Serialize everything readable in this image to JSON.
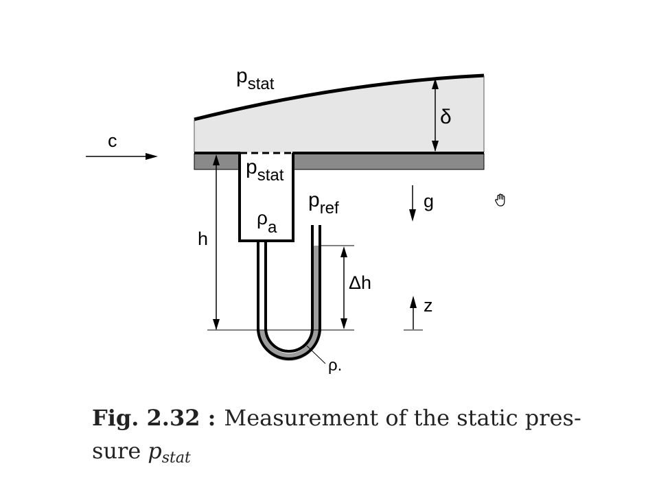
{
  "figure": {
    "labels": {
      "p_stat_top": {
        "main": "p",
        "sub": "stat"
      },
      "p_stat_tap": {
        "main": "p",
        "sub": "stat"
      },
      "p_ref": {
        "main": "p",
        "sub": "ref"
      },
      "rho_a": {
        "main": "ρ",
        "sub": "a"
      },
      "rho_fluid": "ρ.",
      "delta": "δ",
      "c": "c",
      "g": "g",
      "h": "h",
      "delta_h": "Δh",
      "z": "z"
    },
    "colors": {
      "boundary_layer_fill": "#e6e6e6",
      "wall_fill": "#8a8a8a",
      "manometer_fluid": "#9e9e9e",
      "line": "#000000"
    }
  },
  "caption": {
    "fig_label": "Fig. 2.32 :",
    "text_line1": "Measurement of the static pres-",
    "text_line2_prefix": "sure",
    "symbol": {
      "main": "p",
      "sub": "stat"
    }
  },
  "cursor_icon": "open-hand-cursor"
}
